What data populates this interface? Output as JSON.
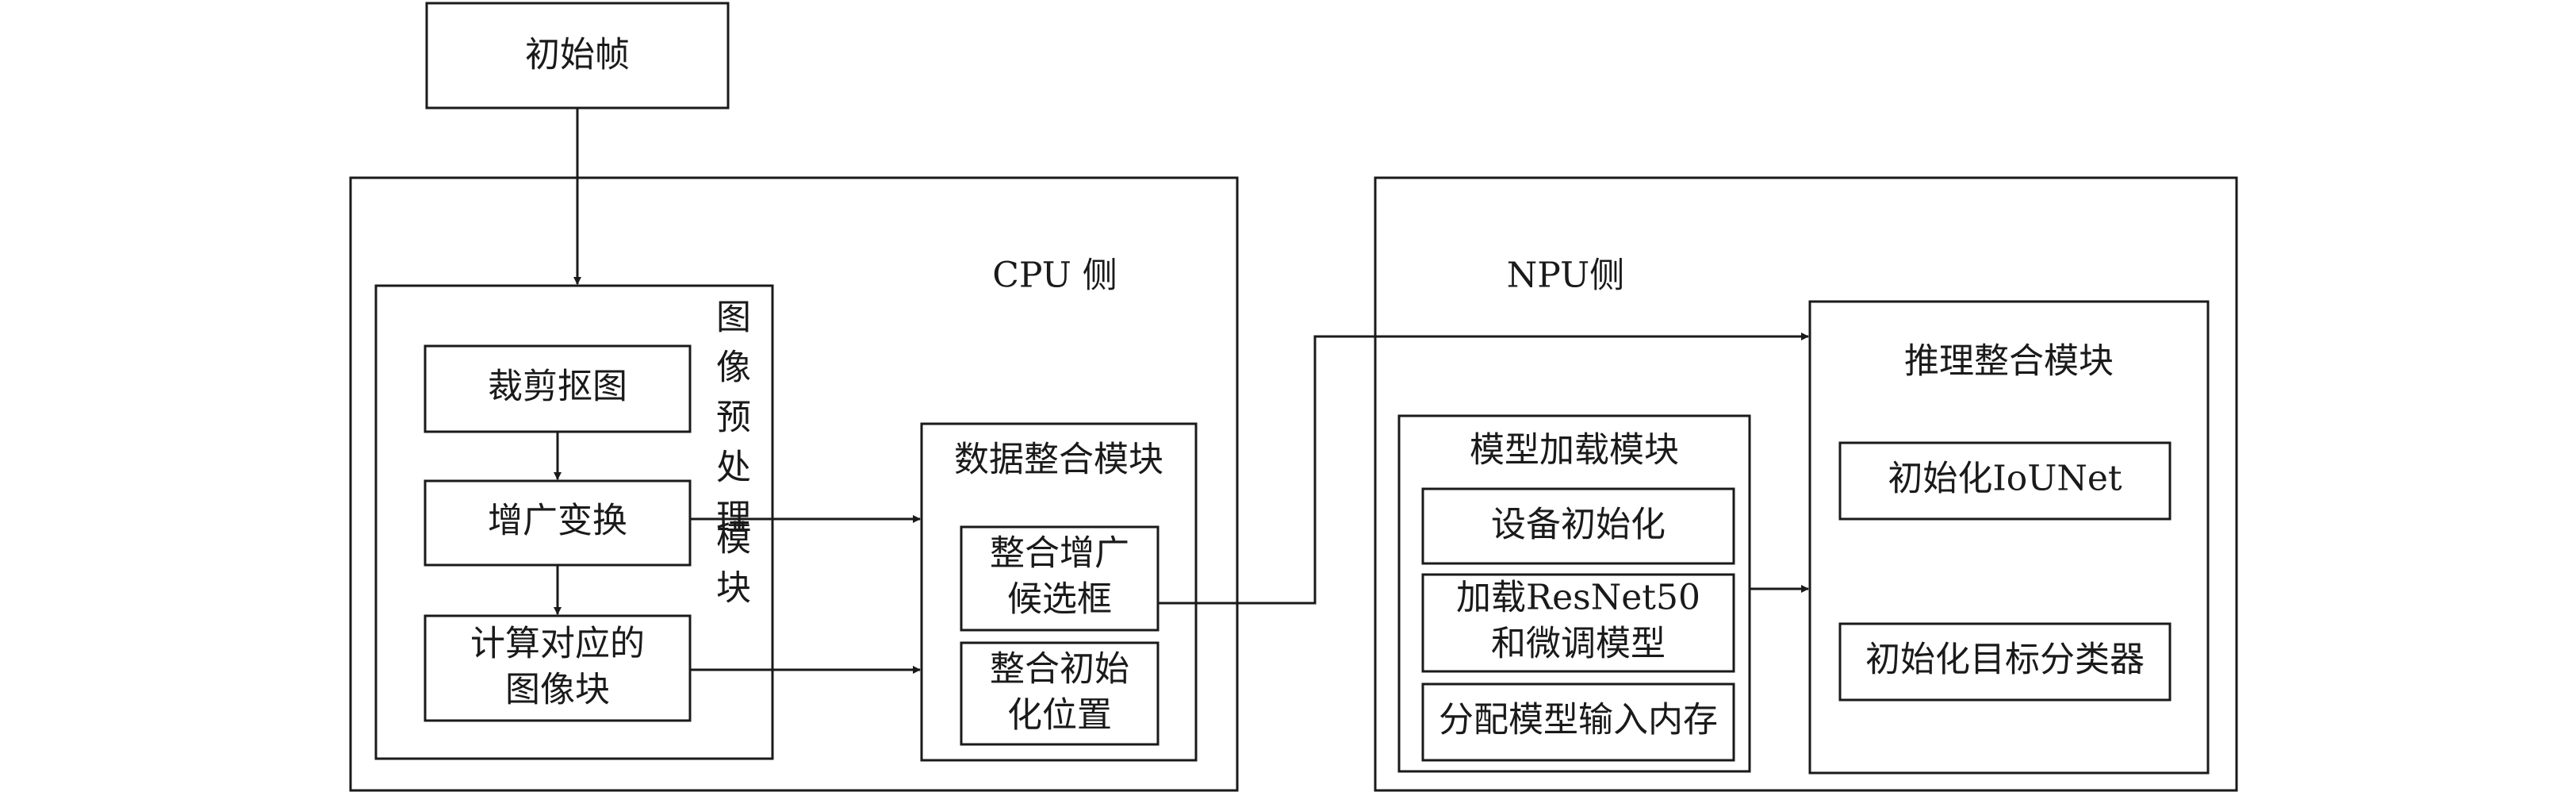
{
  "initial_frame": "初始帧",
  "cpu": {
    "title": "CPU 侧",
    "preprocess": {
      "title_chars": [
        "图",
        "像",
        "预",
        "处",
        "理",
        "模",
        "块"
      ],
      "crop": "裁剪抠图",
      "augment": "增广变换",
      "compute_line1": "计算对应的",
      "compute_line2": "图像块"
    },
    "integrate": {
      "title": "数据整合模块",
      "candidates_line1": "整合增广",
      "candidates_line2": "候选框",
      "position_line1": "整合初始",
      "position_line2": "化位置"
    }
  },
  "npu": {
    "title": "NPU侧",
    "model_load": {
      "title": "模型加载模块",
      "device_init": "设备初始化",
      "load_line1": "加载ResNet50",
      "load_line2": "和微调模型",
      "alloc_memory": "分配模型输入内存"
    },
    "inference": {
      "title": "推理整合模块",
      "init_iounet": "初始化IoUNet",
      "init_classifier": "初始化目标分类器"
    }
  }
}
